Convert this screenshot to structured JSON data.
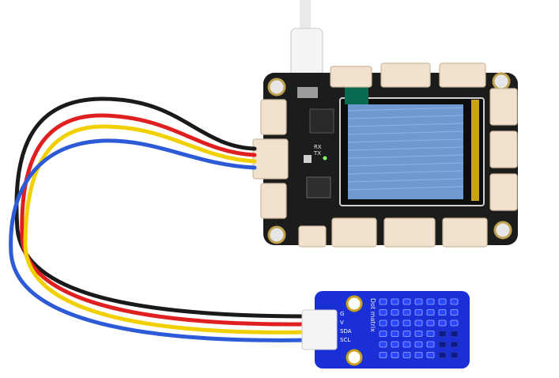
{
  "scene": {
    "description_label": "",
    "background": "#ffffff"
  },
  "main_board": {
    "silk_rx": "RX",
    "silk_tx": "TX",
    "pcb_color": "#1c1c1c",
    "screen_color": "#5f8fc4"
  },
  "dot_matrix_module": {
    "title": "Dot matrix",
    "pins": [
      "G",
      "V",
      "SDA",
      "SCL"
    ],
    "pcb_color": "#1a2fd6",
    "led_on_color": "#2a47ff",
    "led_cols": 7,
    "led_rows": 6,
    "led_off": [
      [
        5,
        3
      ],
      [
        6,
        3
      ],
      [
        5,
        4
      ],
      [
        6,
        4
      ],
      [
        5,
        5
      ],
      [
        6,
        5
      ]
    ]
  },
  "cable": {
    "colors": {
      "black": "#1a1a1a",
      "red": "#e02020",
      "yellow": "#f2d000",
      "blue": "#2d5bd8"
    }
  },
  "usb_cable": {
    "color": "#f2f2f2"
  }
}
